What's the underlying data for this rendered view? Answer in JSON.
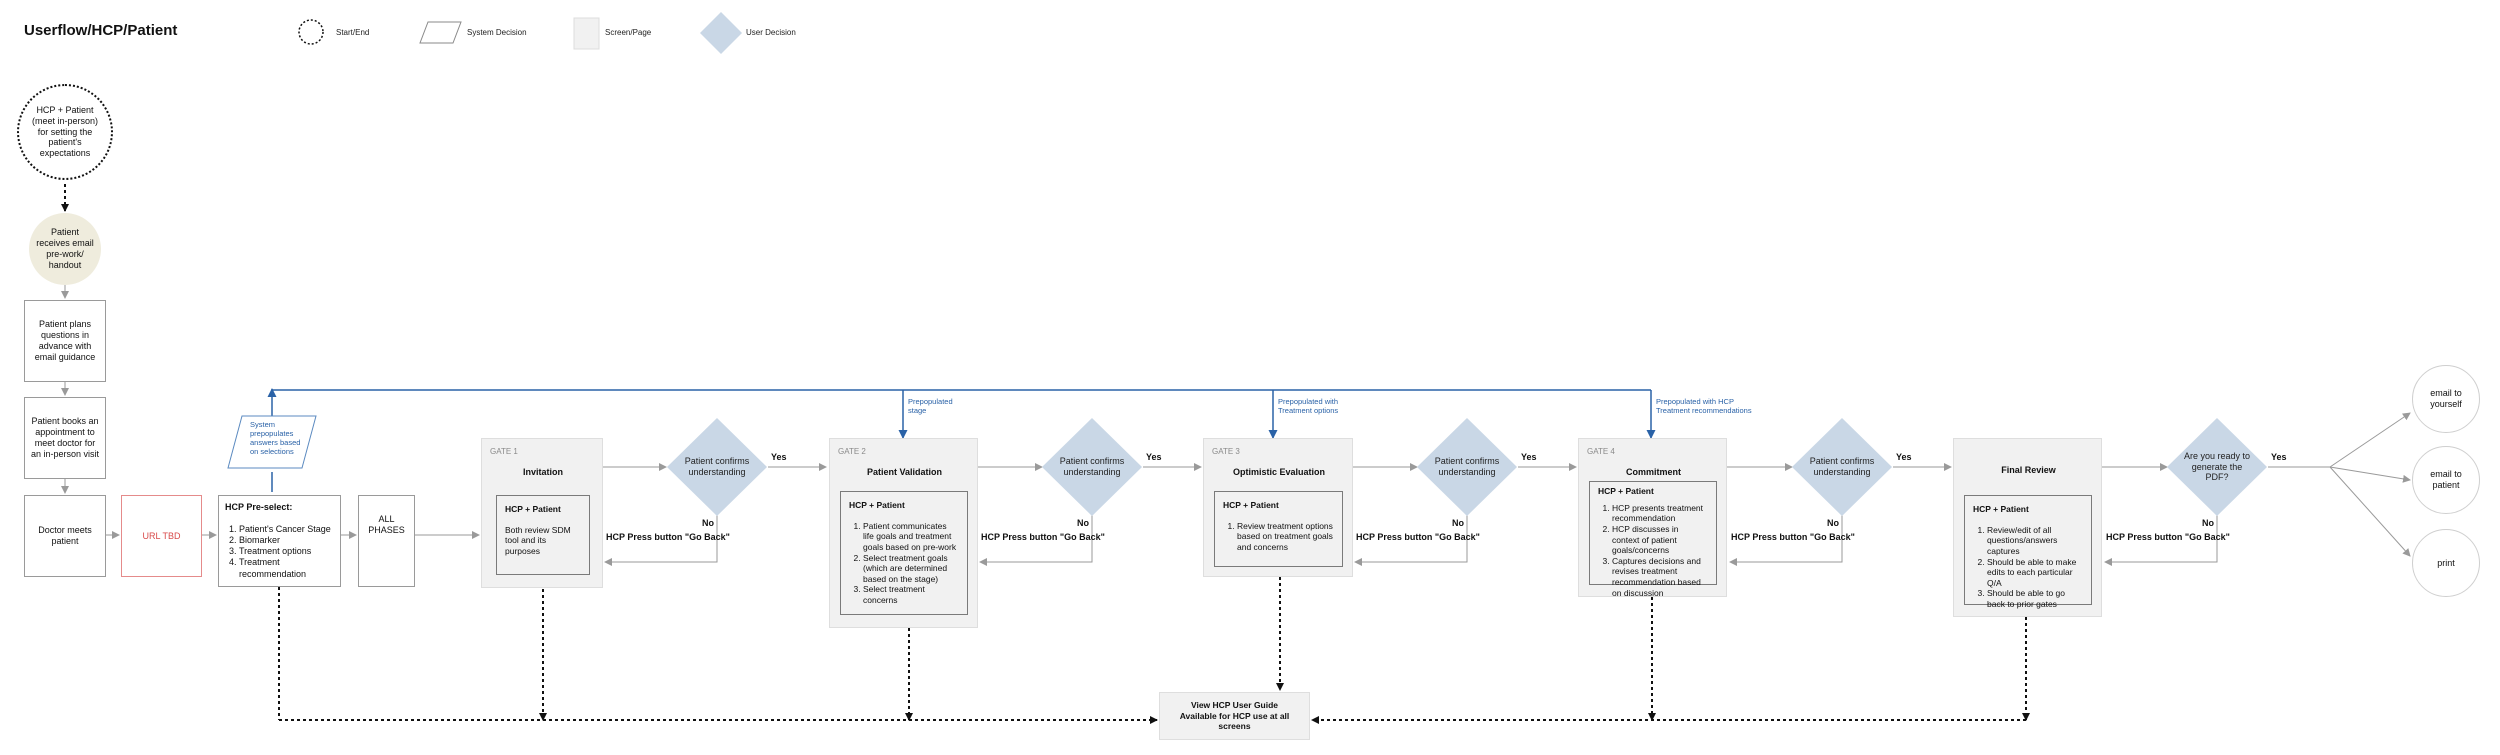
{
  "title": "Userflow/HCP/Patient",
  "legend": {
    "start_end": "Start/End",
    "system_decision": "System Decision",
    "screen_page": "Screen/Page",
    "user_decision": "User Decision"
  },
  "start": "HCP + Patient (meet in-person) for setting the patient's expectations",
  "receives": "Patient receives email pre-work/ handout",
  "plans": "Patient plans questions in advance with email guidance",
  "books": "Patient books an appointment to meet doctor for an in-person visit",
  "meets": "Doctor meets patient",
  "url": "URL TBD",
  "preselect": {
    "title": "HCP Pre-select:",
    "items": [
      "Patient's Cancer Stage",
      "Biomarker",
      "Treatment options",
      "Treatment recommendation"
    ]
  },
  "system_prepopulates": "System prepopulates answers based on selections",
  "all_phases": "ALL PHASES",
  "gates": [
    {
      "label": "GATE 1",
      "title": "Invitation",
      "hcp": "HCP + Patient",
      "body": "Both review SDM tool and its purposes",
      "items": []
    },
    {
      "label": "GATE 2",
      "title": "Patient Validation",
      "hcp": "HCP + Patient",
      "body": "",
      "items": [
        "Patient communicates life goals and treatment goals based on pre-work",
        "Select treatment goals (which are determined based on the stage)",
        "Select treatment concerns"
      ]
    },
    {
      "label": "GATE 3",
      "title": "Optimistic Evaluation",
      "hcp": "HCP + Patient",
      "body": "",
      "items": [
        "Review treatment options based on treatment goals and concerns"
      ]
    },
    {
      "label": "GATE 4",
      "title": "Commitment",
      "hcp": "HCP + Patient",
      "body": "",
      "items": [
        "HCP presents treatment recommendation",
        "HCP discusses in context of patient goals/concerns",
        "Captures decisions and revises treatment recommendation based on discussion"
      ]
    },
    {
      "label": "",
      "title": "Final Review",
      "hcp": "HCP + Patient",
      "body": "",
      "items": [
        "Review/edit of all questions/answers captures",
        "Should be able to make edits to each particular Q/A",
        "Should be able to go back to prior gates"
      ]
    }
  ],
  "decisions": [
    "Patient confirms understanding",
    "Patient confirms understanding",
    "Patient confirms understanding",
    "Patient confirms understanding",
    "Are you ready to generate the PDF?"
  ],
  "yes_label": "Yes",
  "no_label": "No",
  "go_back": "HCP Press button \"Go Back\"",
  "prepop": {
    "g2": "Prepopulated stage",
    "g3": "Prepopulated with Treatment options",
    "g4": "Prepopulated with HCP Treatment recommendations"
  },
  "outputs": [
    "email to yourself",
    "email to patient",
    "print"
  ],
  "guide": "View HCP User Guide Available for HCP use at all screens",
  "colors": {
    "blue": "#2a62a7",
    "diamond": "#c9d7e6",
    "tan": "#efecdd",
    "gate_bg": "#f1f1f1",
    "url_red": "#d84a4a"
  }
}
